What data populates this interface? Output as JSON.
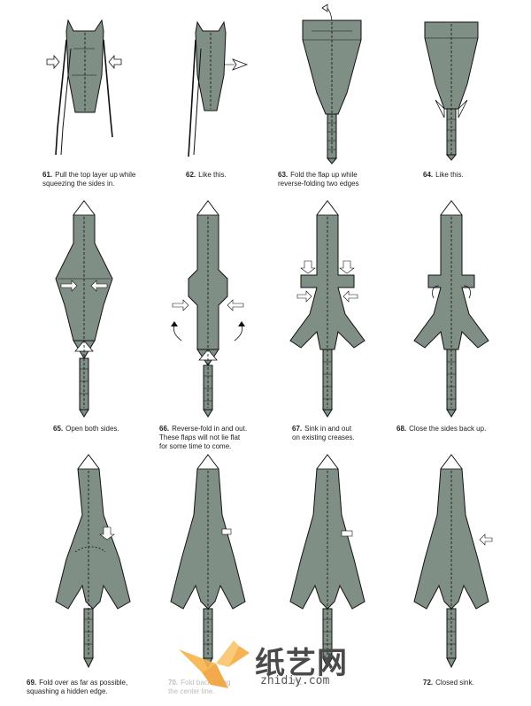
{
  "steps": [
    {
      "num": "61.",
      "lines": [
        "Pull the top layer up while",
        "squeezing the sides in."
      ]
    },
    {
      "num": "62.",
      "lines": [
        "Like this."
      ]
    },
    {
      "num": "63.",
      "lines": [
        "Fold the flap up while",
        "reverse-folding two edges"
      ]
    },
    {
      "num": "64.",
      "lines": [
        "Like this."
      ]
    },
    {
      "num": "65.",
      "lines": [
        "Open both sides."
      ]
    },
    {
      "num": "66.",
      "lines": [
        "Reverse-fold in and out.",
        "These flaps will not lie flat",
        "for some time to come."
      ]
    },
    {
      "num": "67.",
      "lines": [
        "Sink in and out",
        "on existing creases."
      ]
    },
    {
      "num": "68.",
      "lines": [
        "Close the sides back up."
      ]
    },
    {
      "num": "69.",
      "lines": [
        "Fold over as far as possible,",
        "squashing a hidden edge."
      ]
    },
    {
      "num": "70.",
      "lines": [
        "Fold back along",
        "the center line."
      ]
    },
    {
      "num": "71.",
      "lines": [
        ""
      ]
    },
    {
      "num": "72.",
      "lines": [
        "Closed sink."
      ]
    }
  ],
  "watermark": {
    "brand": "纸艺网",
    "url": "zhidiy.com"
  },
  "colors": {
    "paper": "#7f8f85",
    "paper_dark": "#5f6f66",
    "paper_white": "#ffffff",
    "stroke": "#1a1a1a",
    "logo_orange": "#f0a23a"
  }
}
